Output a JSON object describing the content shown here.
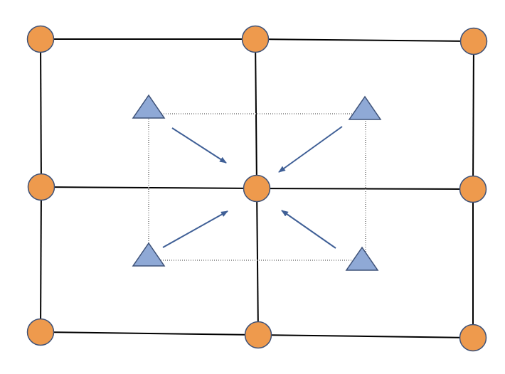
{
  "colors": {
    "background": "#ffffff",
    "grid_line": "#000000",
    "dotted_box": "#9a9a9a",
    "node_fill": "#ee9a4d",
    "node_stroke": "#3e5278",
    "triangle_fill": "#8fa9d6",
    "triangle_stroke": "#3e5278",
    "arrow": "#3f5f96"
  },
  "diagram": {
    "grid": {
      "rows": 3,
      "cols": 3
    },
    "node_shape": "circle",
    "sample_shape": "triangle",
    "sample_count": 4,
    "arrows_target": "center-node",
    "box_style": "dotted"
  }
}
